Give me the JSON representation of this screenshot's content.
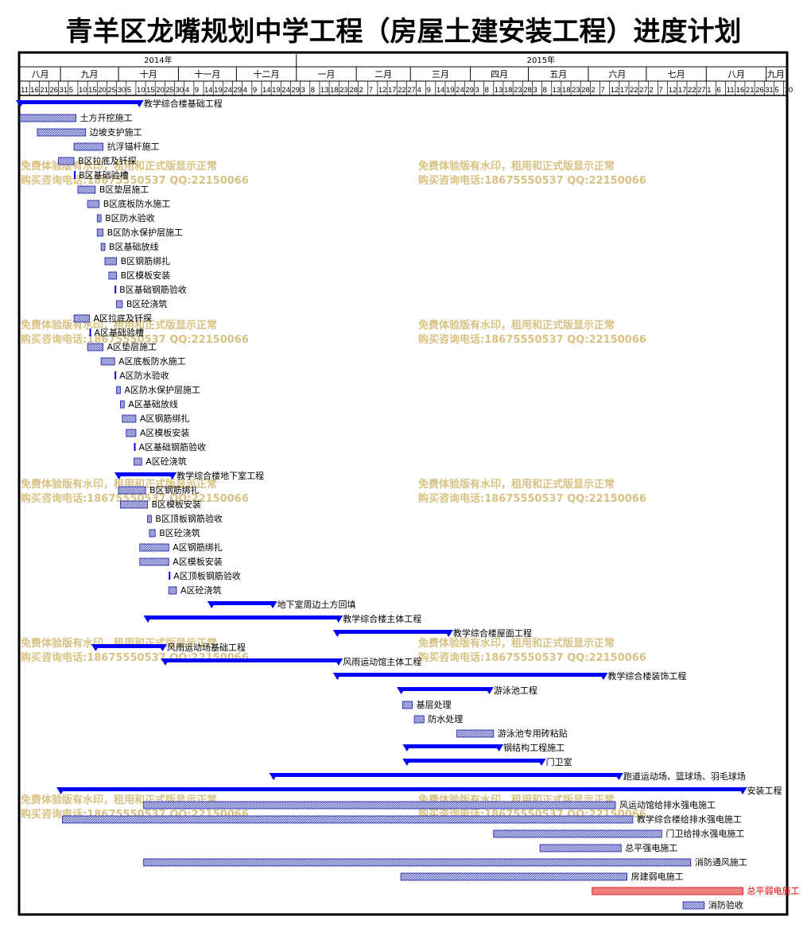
{
  "page": {
    "title": "青羊区龙嘴规划中学工程（房屋土建安装工程）进度计划"
  },
  "watermark": {
    "line1": "免费体验版有水印，租用和正式版显示正常",
    "line2": "购买咨询电话:18675550537 QQ:22150066",
    "color": "#d8c283"
  },
  "colors": {
    "summary": "#0000ff",
    "task_fill": "#a9aedc",
    "task_stroke": "#1a1aa8",
    "highlight_fill": "#f08080",
    "highlight_stroke": "#cc0000",
    "highlight_text": "#e00000"
  },
  "chart_data": {
    "type": "gantt",
    "x_range": [
      "2014-08-11",
      "2015-09-10"
    ],
    "years": [
      {
        "label": "2014年",
        "start": "2014-08-11",
        "end": "2014-12-31"
      },
      {
        "label": "2015年",
        "start": "2015-01-01",
        "end": "2015-09-10"
      }
    ],
    "months": [
      {
        "label": "八月",
        "start": "2014-08-11",
        "end": "2014-08-31"
      },
      {
        "label": "九月",
        "start": "2014-09-01",
        "end": "2014-09-30"
      },
      {
        "label": "十月",
        "start": "2014-10-01",
        "end": "2014-10-31"
      },
      {
        "label": "十一月",
        "start": "2014-11-01",
        "end": "2014-11-30"
      },
      {
        "label": "十二月",
        "start": "2014-12-01",
        "end": "2014-12-31"
      },
      {
        "label": "一月",
        "start": "2015-01-01",
        "end": "2015-01-31"
      },
      {
        "label": "二月",
        "start": "2015-02-01",
        "end": "2015-02-28"
      },
      {
        "label": "三月",
        "start": "2015-03-01",
        "end": "2015-03-31"
      },
      {
        "label": "四月",
        "start": "2015-04-01",
        "end": "2015-04-30"
      },
      {
        "label": "五月",
        "start": "2015-05-01",
        "end": "2015-05-31"
      },
      {
        "label": "六月",
        "start": "2015-06-01",
        "end": "2015-06-30"
      },
      {
        "label": "七月",
        "start": "2015-07-01",
        "end": "2015-07-31"
      },
      {
        "label": "八月",
        "start": "2015-08-01",
        "end": "2015-08-31"
      },
      {
        "label": "九月",
        "start": "2015-09-01",
        "end": "2015-09-10"
      }
    ],
    "day_ticks": [
      [
        "11",
        "2014-08-11"
      ],
      [
        "16",
        "2014-08-16"
      ],
      [
        "21",
        "2014-08-21"
      ],
      [
        "26",
        "2014-08-26"
      ],
      [
        "31",
        "2014-08-31"
      ],
      [
        "5",
        "2014-09-05"
      ],
      [
        "10",
        "2014-09-10"
      ],
      [
        "15",
        "2014-09-15"
      ],
      [
        "20",
        "2014-09-20"
      ],
      [
        "25",
        "2014-09-25"
      ],
      [
        "30",
        "2014-09-30"
      ],
      [
        "5",
        "2014-10-05"
      ],
      [
        "10",
        "2014-10-10"
      ],
      [
        "15",
        "2014-10-15"
      ],
      [
        "20",
        "2014-10-20"
      ],
      [
        "25",
        "2014-10-25"
      ],
      [
        "30",
        "2014-10-30"
      ],
      [
        "4",
        "2014-11-04"
      ],
      [
        "9",
        "2014-11-09"
      ],
      [
        "14",
        "2014-11-14"
      ],
      [
        "19",
        "2014-11-19"
      ],
      [
        "24",
        "2014-11-24"
      ],
      [
        "29",
        "2014-11-29"
      ],
      [
        "4",
        "2014-12-04"
      ],
      [
        "9",
        "2014-12-09"
      ],
      [
        "14",
        "2014-12-14"
      ],
      [
        "19",
        "2014-12-19"
      ],
      [
        "24",
        "2014-12-24"
      ],
      [
        "29",
        "2014-12-29"
      ],
      [
        "3",
        "2015-01-03"
      ],
      [
        "8",
        "2015-01-08"
      ],
      [
        "13",
        "2015-01-13"
      ],
      [
        "18",
        "2015-01-18"
      ],
      [
        "23",
        "2015-01-23"
      ],
      [
        "28",
        "2015-01-28"
      ],
      [
        "2",
        "2015-02-02"
      ],
      [
        "7",
        "2015-02-07"
      ],
      [
        "12",
        "2015-02-12"
      ],
      [
        "17",
        "2015-02-17"
      ],
      [
        "22",
        "2015-02-22"
      ],
      [
        "27",
        "2015-02-27"
      ],
      [
        "4",
        "2015-03-04"
      ],
      [
        "9",
        "2015-03-09"
      ],
      [
        "14",
        "2015-03-14"
      ],
      [
        "19",
        "2015-03-19"
      ],
      [
        "24",
        "2015-03-24"
      ],
      [
        "29",
        "2015-03-29"
      ],
      [
        "3",
        "2015-04-03"
      ],
      [
        "8",
        "2015-04-08"
      ],
      [
        "13",
        "2015-04-13"
      ],
      [
        "18",
        "2015-04-18"
      ],
      [
        "23",
        "2015-04-23"
      ],
      [
        "28",
        "2015-04-28"
      ],
      [
        "3",
        "2015-05-03"
      ],
      [
        "8",
        "2015-05-08"
      ],
      [
        "13",
        "2015-05-13"
      ],
      [
        "18",
        "2015-05-18"
      ],
      [
        "23",
        "2015-05-23"
      ],
      [
        "28",
        "2015-05-28"
      ],
      [
        "2",
        "2015-06-02"
      ],
      [
        "7",
        "2015-06-07"
      ],
      [
        "12",
        "2015-06-12"
      ],
      [
        "17",
        "2015-06-17"
      ],
      [
        "22",
        "2015-06-22"
      ],
      [
        "27",
        "2015-06-27"
      ],
      [
        "2",
        "2015-07-02"
      ],
      [
        "7",
        "2015-07-07"
      ],
      [
        "12",
        "2015-07-12"
      ],
      [
        "17",
        "2015-07-17"
      ],
      [
        "22",
        "2015-07-22"
      ],
      [
        "27",
        "2015-07-27"
      ],
      [
        "1",
        "2015-08-01"
      ],
      [
        "6",
        "2015-08-06"
      ],
      [
        "11",
        "2015-08-11"
      ],
      [
        "16",
        "2015-08-16"
      ],
      [
        "21",
        "2015-08-21"
      ],
      [
        "26",
        "2015-08-26"
      ],
      [
        "31",
        "2015-08-31"
      ],
      [
        "5",
        "2015-09-05"
      ],
      [
        "10",
        "2015-09-10"
      ]
    ],
    "tasks": [
      {
        "name": "教学综合楼基础工程",
        "start": "2014-08-11",
        "end": "2014-10-11",
        "kind": "summary"
      },
      {
        "name": "土方开挖施工",
        "start": "2014-08-11",
        "end": "2014-09-08",
        "kind": "task"
      },
      {
        "name": "边坡支护施工",
        "start": "2014-08-20",
        "end": "2014-09-13",
        "kind": "task"
      },
      {
        "name": "抗浮锚杆施工",
        "start": "2014-09-08",
        "end": "2014-09-22",
        "kind": "task"
      },
      {
        "name": "B区拉底及钎探",
        "start": "2014-08-31",
        "end": "2014-09-07",
        "kind": "task"
      },
      {
        "name": "B区基础验槽",
        "start": "2014-09-08",
        "end": "2014-09-08",
        "kind": "milestone"
      },
      {
        "name": "B区垫层施工",
        "start": "2014-09-10",
        "end": "2014-09-18",
        "kind": "task"
      },
      {
        "name": "B区底板防水施工",
        "start": "2014-09-15",
        "end": "2014-09-20",
        "kind": "task"
      },
      {
        "name": "B区防水验收",
        "start": "2014-09-20",
        "end": "2014-09-21",
        "kind": "task"
      },
      {
        "name": "B区防水保护层施工",
        "start": "2014-09-20",
        "end": "2014-09-22",
        "kind": "task"
      },
      {
        "name": "B区基础放线",
        "start": "2014-09-22",
        "end": "2014-09-23",
        "kind": "task"
      },
      {
        "name": "B区钢筋绑扎",
        "start": "2014-09-24",
        "end": "2014-09-29",
        "kind": "task"
      },
      {
        "name": "B区模板安装",
        "start": "2014-09-26",
        "end": "2014-09-29",
        "kind": "task"
      },
      {
        "name": "B区基础钢筋验收",
        "start": "2014-09-29",
        "end": "2014-09-29",
        "kind": "milestone"
      },
      {
        "name": "B区砼浇筑",
        "start": "2014-09-30",
        "end": "2014-10-02",
        "kind": "task"
      },
      {
        "name": "A区拉底及钎探",
        "start": "2014-09-08",
        "end": "2014-09-15",
        "kind": "task"
      },
      {
        "name": "A区基础验槽",
        "start": "2014-09-16",
        "end": "2014-09-16",
        "kind": "milestone"
      },
      {
        "name": "A区垫层施工",
        "start": "2014-09-15",
        "end": "2014-09-22",
        "kind": "task"
      },
      {
        "name": "A区底板防水施工",
        "start": "2014-09-22",
        "end": "2014-09-28",
        "kind": "task"
      },
      {
        "name": "A区防水验收",
        "start": "2014-09-29",
        "end": "2014-09-29",
        "kind": "milestone"
      },
      {
        "name": "A区防水保护层施工",
        "start": "2014-09-30",
        "end": "2014-10-01",
        "kind": "task"
      },
      {
        "name": "A区基础放线",
        "start": "2014-10-02",
        "end": "2014-10-03",
        "kind": "task"
      },
      {
        "name": "A区钢筋绑扎",
        "start": "2014-10-03",
        "end": "2014-10-09",
        "kind": "task"
      },
      {
        "name": "A区模板安装",
        "start": "2014-10-05",
        "end": "2014-10-09",
        "kind": "task"
      },
      {
        "name": "A区基础钢筋验收",
        "start": "2014-10-09",
        "end": "2014-10-09",
        "kind": "milestone"
      },
      {
        "name": "A区砼浇筑",
        "start": "2014-10-09",
        "end": "2014-10-12",
        "kind": "task"
      },
      {
        "name": "教学综合楼地下室工程",
        "start": "2014-10-01",
        "end": "2014-10-28",
        "kind": "summary"
      },
      {
        "name": "B区钢筋绑扎",
        "start": "2014-10-01",
        "end": "2014-10-14",
        "kind": "task"
      },
      {
        "name": "B区模板安装",
        "start": "2014-10-02",
        "end": "2014-10-15",
        "kind": "task"
      },
      {
        "name": "B区顶板钢筋验收",
        "start": "2014-10-16",
        "end": "2014-10-17",
        "kind": "task"
      },
      {
        "name": "B区砼浇筑",
        "start": "2014-10-17",
        "end": "2014-10-19",
        "kind": "task"
      },
      {
        "name": "A区钢筋绑扎",
        "start": "2014-10-12",
        "end": "2014-10-26",
        "kind": "task"
      },
      {
        "name": "A区模板安装",
        "start": "2014-10-12",
        "end": "2014-10-26",
        "kind": "task"
      },
      {
        "name": "A区顶板钢筋验收",
        "start": "2014-10-27",
        "end": "2014-10-27",
        "kind": "milestone"
      },
      {
        "name": "A区砼浇筑",
        "start": "2014-10-27",
        "end": "2014-10-30",
        "kind": "task"
      },
      {
        "name": "地下室周边土方回填",
        "start": "2014-11-18",
        "end": "2014-12-19",
        "kind": "summary"
      },
      {
        "name": "教学综合楼主体工程",
        "start": "2014-10-16",
        "end": "2015-01-22",
        "kind": "summary"
      },
      {
        "name": "教学综合楼屋面工程",
        "start": "2015-01-22",
        "end": "2015-03-20",
        "kind": "summary"
      },
      {
        "name": "风雨运动场基础工程",
        "start": "2014-09-19",
        "end": "2014-10-23",
        "kind": "summary"
      },
      {
        "name": "风雨运动馆主体工程",
        "start": "2014-10-25",
        "end": "2015-01-22",
        "kind": "summary"
      },
      {
        "name": "教学综合楼装饰工程",
        "start": "2015-01-22",
        "end": "2015-06-08",
        "kind": "summary"
      },
      {
        "name": "游泳池工程",
        "start": "2015-02-24",
        "end": "2015-04-10",
        "kind": "summary"
      },
      {
        "name": "基层处理",
        "start": "2015-02-25",
        "end": "2015-03-01",
        "kind": "task"
      },
      {
        "name": "防水处理",
        "start": "2015-03-03",
        "end": "2015-03-07",
        "kind": "task"
      },
      {
        "name": "游泳池专用砖粘贴",
        "start": "2015-03-25",
        "end": "2015-04-12",
        "kind": "task"
      },
      {
        "name": "钢结构工程施工",
        "start": "2015-02-27",
        "end": "2015-04-15",
        "kind": "summary"
      },
      {
        "name": "门卫室",
        "start": "2015-02-27",
        "end": "2015-05-07",
        "kind": "summary"
      },
      {
        "name": "跑道运动场、篮球场、羽毛球场",
        "start": "2014-12-20",
        "end": "2015-06-16",
        "kind": "summary"
      },
      {
        "name": "安装工程",
        "start": "2014-09-01",
        "end": "2015-08-19",
        "kind": "summary"
      },
      {
        "name": "风运动馆给排水强电施工",
        "start": "2014-10-14",
        "end": "2015-06-14",
        "kind": "task"
      },
      {
        "name": "教学综合楼给排水强电施工",
        "start": "2014-09-02",
        "end": "2015-06-23",
        "kind": "task"
      },
      {
        "name": "门卫给排水强电施工",
        "start": "2015-04-13",
        "end": "2015-07-08",
        "kind": "task"
      },
      {
        "name": "总平强电施工",
        "start": "2015-05-07",
        "end": "2015-06-17",
        "kind": "task"
      },
      {
        "name": "消防通风施工",
        "start": "2014-10-14",
        "end": "2015-07-23",
        "kind": "task"
      },
      {
        "name": "房建弱电施工",
        "start": "2015-02-24",
        "end": "2015-06-20",
        "kind": "task"
      },
      {
        "name": "总平弱电施工",
        "start": "2015-06-03",
        "end": "2015-08-19",
        "kind": "highlight"
      },
      {
        "name": "消防验收",
        "start": "2015-07-20",
        "end": "2015-07-30",
        "kind": "task"
      }
    ]
  }
}
